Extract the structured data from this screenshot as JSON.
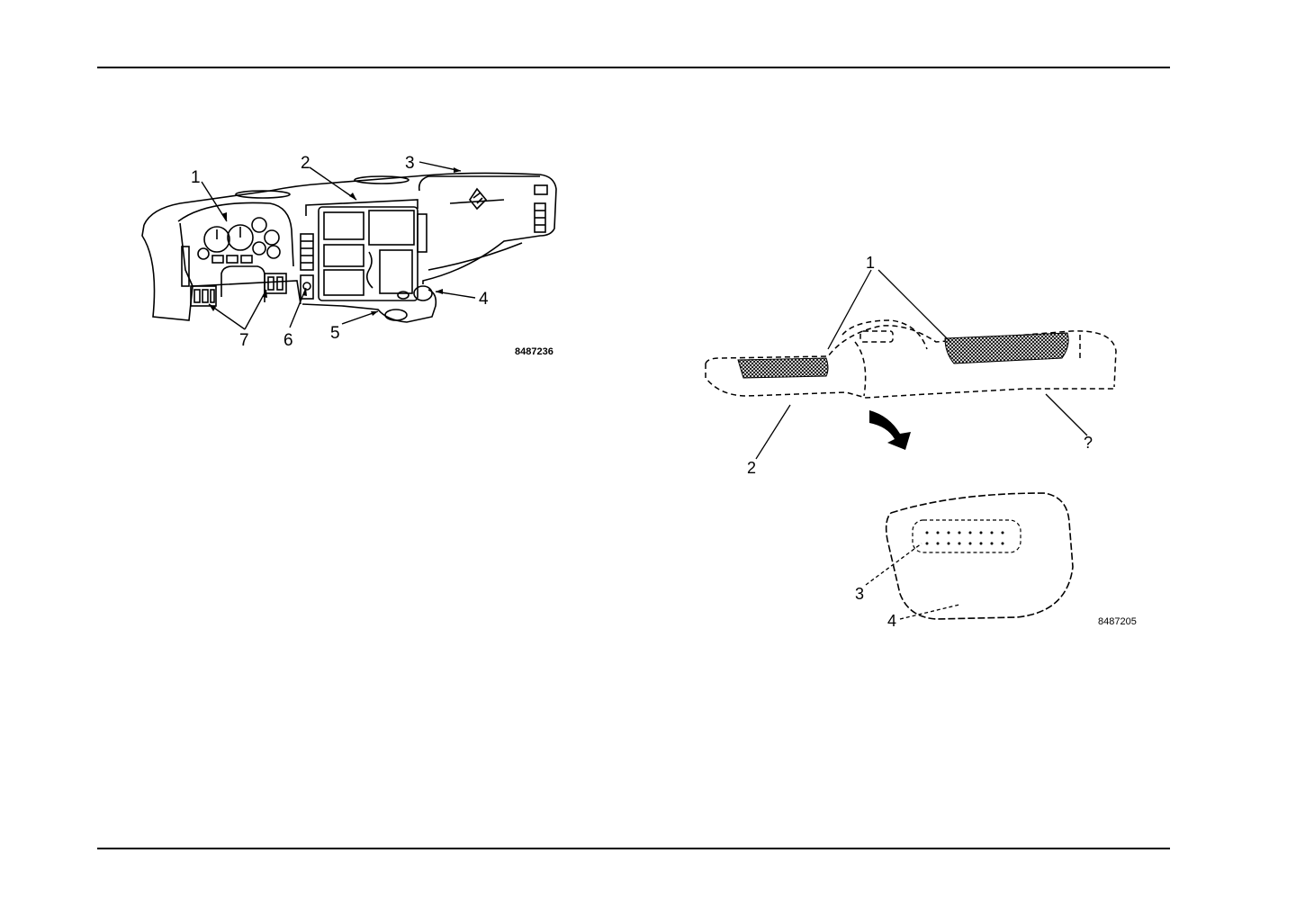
{
  "figure_left": {
    "figure_id": "8487236",
    "callouts": [
      "1",
      "2",
      "3",
      "4",
      "5",
      "6",
      "7"
    ]
  },
  "figure_right": {
    "figure_id": "8487205",
    "callouts": [
      "1",
      "2",
      "?",
      "3",
      "4"
    ]
  }
}
